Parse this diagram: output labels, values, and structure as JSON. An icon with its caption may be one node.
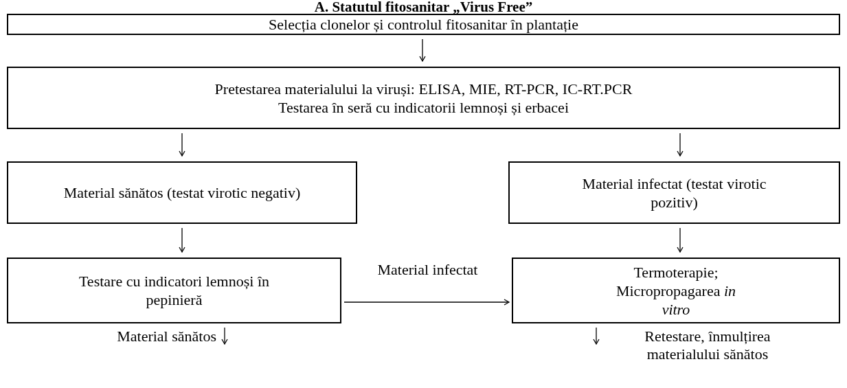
{
  "diagram": {
    "title": "A. Statutul fitosanitar „Virus Free”",
    "nodes": [
      {
        "text": [
          "Selecția clonelor și controlul fitosanitar în plantație"
        ]
      },
      {
        "text": [
          "Pretestarea materialului la viruși: ELISA, MIE, RT-PCR, IC-RT.PCR",
          "Testarea în seră cu indicatorii lemnoși și erbacei"
        ]
      },
      {
        "text": [
          "Material sănătos (testat virotic negativ)"
        ]
      },
      {
        "text": [
          "Material infectat (testat virotic pozitiv)"
        ]
      },
      {
        "text": [
          "Testare cu indicatori lemnoși în pepinieră"
        ]
      },
      {
        "text": [
          "Termoterapie; Micropropagarea *in vitro*"
        ]
      }
    ],
    "edges": [
      {
        "from": 0,
        "to": 1,
        "arrow": "to"
      },
      {
        "from": 1,
        "to": 2,
        "arrow": "to"
      },
      {
        "from": 1,
        "to": 3,
        "arrow": "to"
      },
      {
        "from": 2,
        "to": 4,
        "arrow": "to"
      },
      {
        "from": 3,
        "to": 5,
        "arrow": "to"
      },
      {
        "from": 4,
        "to": 5,
        "arrow": "to",
        "label": "Material infectat"
      },
      {
        "from": 4,
        "to": null,
        "arrow": "to",
        "label": "Material sănătos"
      },
      {
        "from": 5,
        "to": null,
        "arrow": "to",
        "label": "Retestare, înmulțirea materialului sănătos"
      }
    ]
  }
}
